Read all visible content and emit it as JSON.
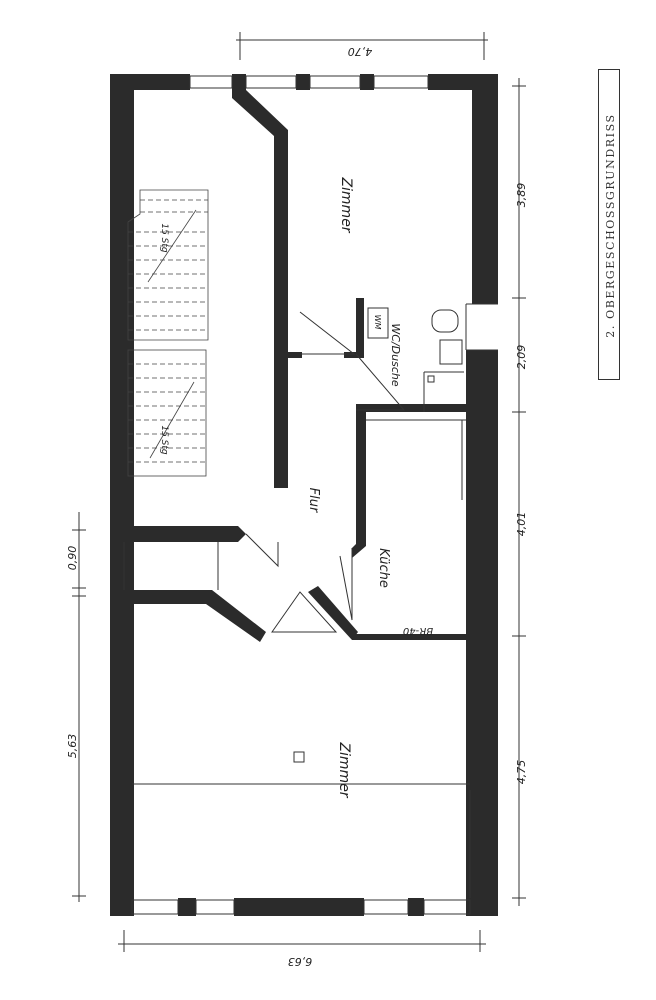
{
  "title": "2. OBERGESCHOSSGRUNDRISS",
  "rooms": {
    "zimmer_top": "Zimmer",
    "zimmer_bottom": "Zimmer",
    "flur": "Flur",
    "kueche": "Küche",
    "wc_dusche": "WC/Dusche",
    "wm": "WM"
  },
  "stairs": {
    "upper": "15 Stg",
    "lower": "15 Stg"
  },
  "annotation": {
    "window_sill": "BR-40"
  },
  "dimensions": {
    "top": "4,70",
    "bottom": "6,63",
    "right": [
      "3,89",
      "2,09",
      "4,01",
      "4,75"
    ],
    "left": [
      "0,90",
      "5,63"
    ]
  }
}
